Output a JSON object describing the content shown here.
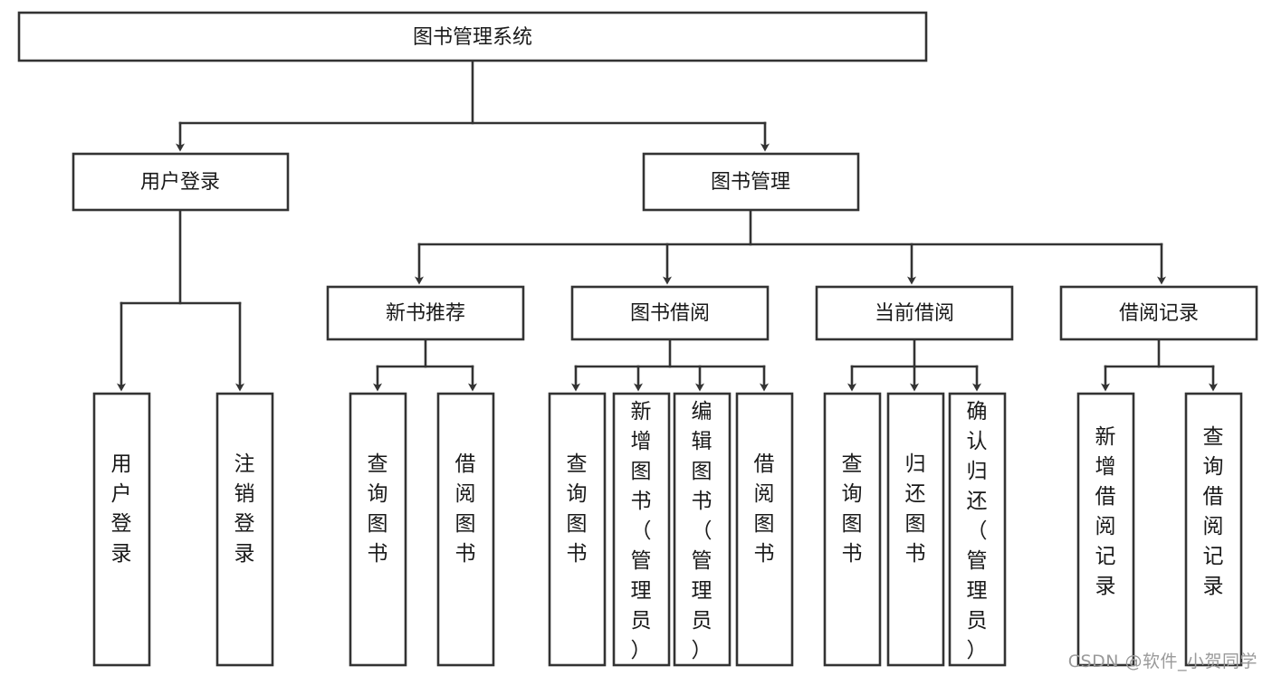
{
  "diagram": {
    "type": "tree-hierarchy",
    "title": "图书管理系统",
    "watermark": "CSDN @软件_小贺同学",
    "colors": {
      "stroke": "#333333",
      "fill": "#ffffff",
      "text": "#1a1a1a",
      "watermark": "#9a9a9a",
      "background": "#ffffff"
    },
    "levels": [
      {
        "level": 1,
        "orientation": "horizontal",
        "nodes": [
          {
            "id": "root",
            "label": "图书管理系统"
          }
        ]
      },
      {
        "level": 2,
        "orientation": "horizontal",
        "nodes": [
          {
            "id": "user-login",
            "label": "用户登录",
            "parent": "root"
          },
          {
            "id": "book-manage",
            "label": "图书管理",
            "parent": "root"
          }
        ]
      },
      {
        "level": 3,
        "orientation": "horizontal",
        "nodes": [
          {
            "id": "new-book-rec",
            "label": "新书推荐",
            "parent": "book-manage"
          },
          {
            "id": "book-borrow",
            "label": "图书借阅",
            "parent": "book-manage"
          },
          {
            "id": "current-borrow",
            "label": "当前借阅",
            "parent": "book-manage"
          },
          {
            "id": "borrow-record",
            "label": "借阅记录",
            "parent": "book-manage"
          }
        ]
      },
      {
        "level": 4,
        "orientation": "vertical",
        "nodes": [
          {
            "id": "leaf-user-login",
            "label": "用户登录",
            "parent": "user-login"
          },
          {
            "id": "leaf-logout",
            "label": "注销登录",
            "parent": "user-login"
          },
          {
            "id": "leaf-query-book-1",
            "label": "查询图书",
            "parent": "new-book-rec"
          },
          {
            "id": "leaf-borrow-book-1",
            "label": "借阅图书",
            "parent": "new-book-rec"
          },
          {
            "id": "leaf-query-book-2",
            "label": "查询图书",
            "parent": "book-borrow"
          },
          {
            "id": "leaf-add-book",
            "label": "新增图书（管理员）",
            "parent": "book-borrow"
          },
          {
            "id": "leaf-edit-book",
            "label": "编辑图书（管理员）",
            "parent": "book-borrow"
          },
          {
            "id": "leaf-borrow-book-2",
            "label": "借阅图书",
            "parent": "book-borrow"
          },
          {
            "id": "leaf-query-book-3",
            "label": "查询图书",
            "parent": "current-borrow"
          },
          {
            "id": "leaf-return-book",
            "label": "归还图书",
            "parent": "current-borrow"
          },
          {
            "id": "leaf-confirm-return",
            "label": "确认归还（管理员）",
            "parent": "current-borrow"
          },
          {
            "id": "leaf-add-record",
            "label": "新增借阅记录",
            "parent": "borrow-record"
          },
          {
            "id": "leaf-query-record",
            "label": "查询借阅记录",
            "parent": "borrow-record"
          }
        ]
      }
    ]
  }
}
